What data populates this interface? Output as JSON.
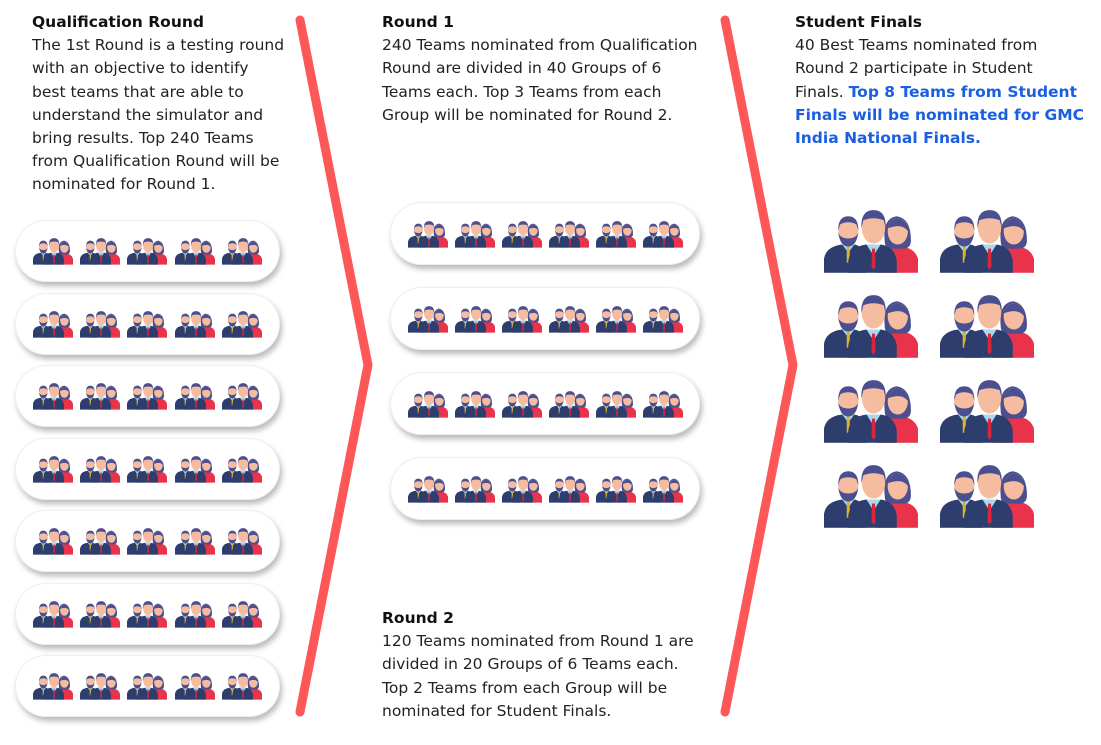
{
  "qualification": {
    "title": "Qualification Round",
    "lines": [
      "The 1st Round is a testing round",
      "with an objective to identify",
      "best teams that are able to",
      "understand the simulator and",
      "bring results. Top 240 Teams",
      "from Qualification Round will be",
      "nominated for Round 1."
    ],
    "groups": 7,
    "teams_per_group": 5
  },
  "round1": {
    "title": "Round 1",
    "lines": [
      "240 Teams nominated from Qualification",
      "Round are divided in 40 Groups of 6",
      "Teams each. Top 3 Teams from each",
      "Group will be nominated for Round 2."
    ],
    "groups": 4,
    "teams_per_group": 6
  },
  "round2": {
    "title": "Round 2",
    "lines": [
      "120 Teams nominated from Round 1 are",
      "divided in 20 Groups of 6 Teams each.",
      "Top 2 Teams from each Group will be",
      "nominated for Student Finals."
    ]
  },
  "finals": {
    "title": "Student Finals",
    "lines": [
      "40 Best Teams nominated from",
      "Round 2 participate in Student",
      "Finals. "
    ],
    "highlight_lines": [
      "Top 8 Teams from Student",
      "Finals will be nominated for GMC",
      "India National Finals."
    ],
    "teams": 8
  },
  "colors": {
    "arrow": "#fd5757",
    "highlight": "#1a5fe0",
    "suit": "#2d3e6e",
    "hair": "#4a4f8f",
    "skin": "#f5bca0",
    "tie": "#d9263a",
    "woman": "#e8334a"
  }
}
